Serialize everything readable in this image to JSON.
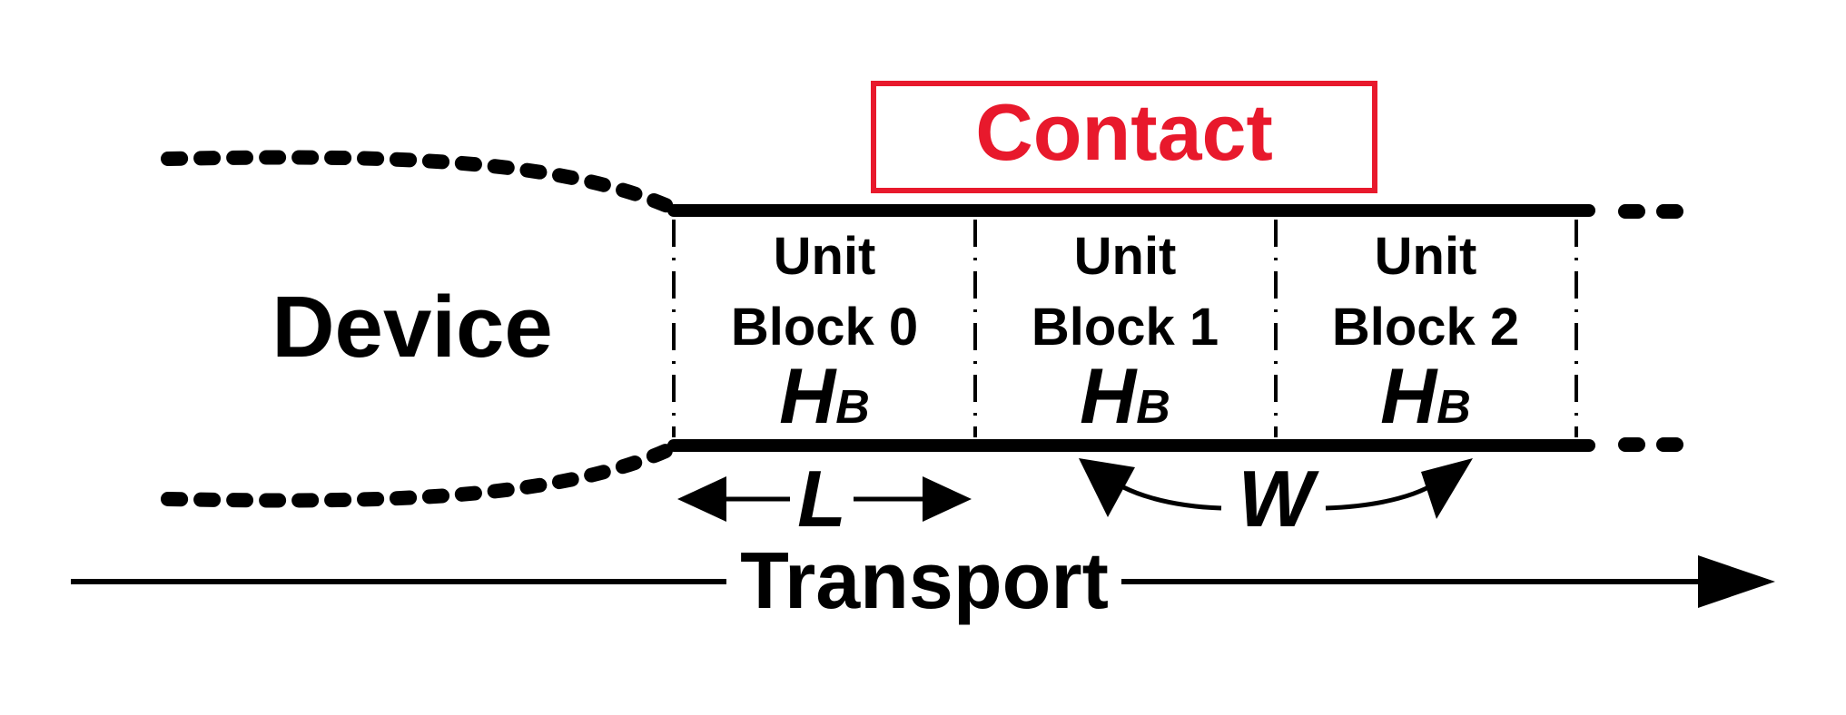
{
  "contact": {
    "label": "Contact",
    "color": "#e8192c"
  },
  "device": {
    "label": "Device"
  },
  "blocks": [
    {
      "line1": "Unit",
      "line2": "Block 0",
      "h_main": "H",
      "h_sub": "B"
    },
    {
      "line1": "Unit",
      "line2": "Block 1",
      "h_main": "H",
      "h_sub": "B"
    },
    {
      "line1": "Unit",
      "line2": "Block 2",
      "h_main": "H",
      "h_sub": "B"
    }
  ],
  "length_label": "L",
  "width_label": "W",
  "transport_label": "Transport"
}
